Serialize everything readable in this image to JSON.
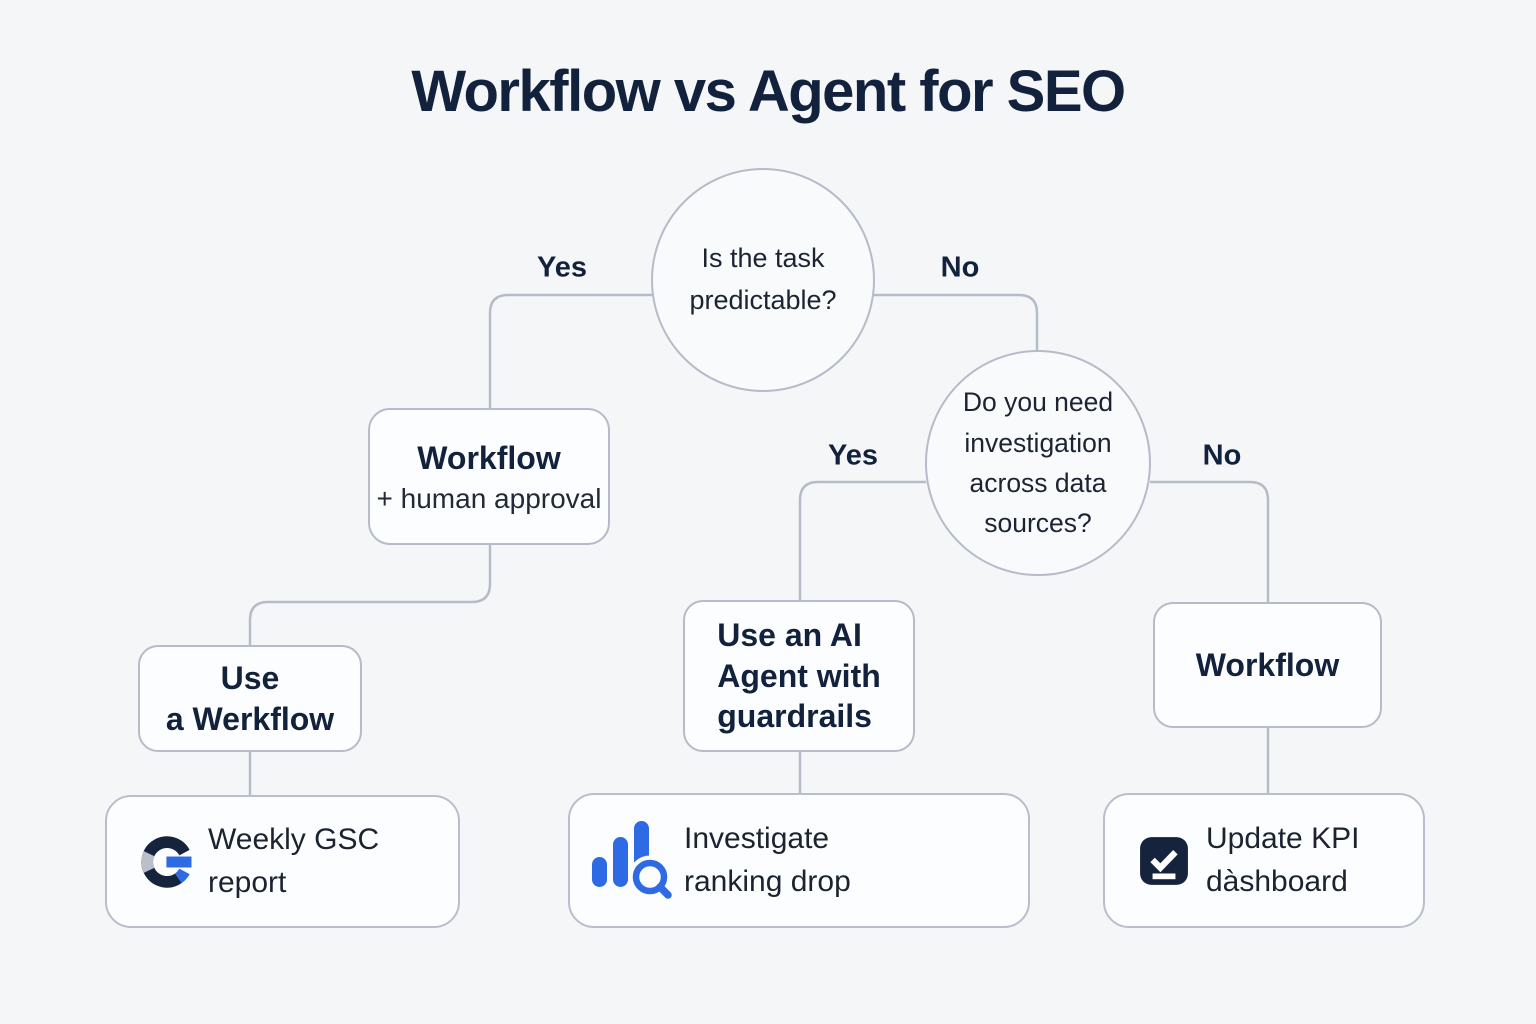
{
  "title": "Workflow vs Agent for SEO",
  "colors": {
    "bg": "#f5f6f8",
    "navy": "#13223c",
    "line": "#b5bcc8",
    "accent": "#2e6ae3",
    "icon-gray": "#b9c0c9"
  },
  "flow": {
    "root_question": "Is the task predictable?",
    "root_yes_label": "Yes",
    "root_no_label": "No",
    "workflow_approval": {
      "title": "Workflow",
      "subtitle": "+ human approval"
    },
    "second_question": "Do you need investigation across data sources?",
    "second_yes_label": "Yes",
    "second_no_label": "No",
    "use_workflow": {
      "line1": "Use",
      "line2": "a Werkflow"
    },
    "ai_agent": {
      "line1": "Use an AI",
      "line2": "Agent with",
      "line3": "guardrails"
    },
    "workflow_plain_label": "Workflow",
    "examples": {
      "gsc": {
        "icon": "google-g-icon",
        "line1": "Weekly GSC",
        "line2": "report"
      },
      "investigate": {
        "icon": "bar-chart-search-icon",
        "line1": "Investigate",
        "line2": "ranking drop"
      },
      "kpi": {
        "icon": "check-square-icon",
        "line1": "Update KPI",
        "line2": "dàshboard"
      }
    }
  }
}
